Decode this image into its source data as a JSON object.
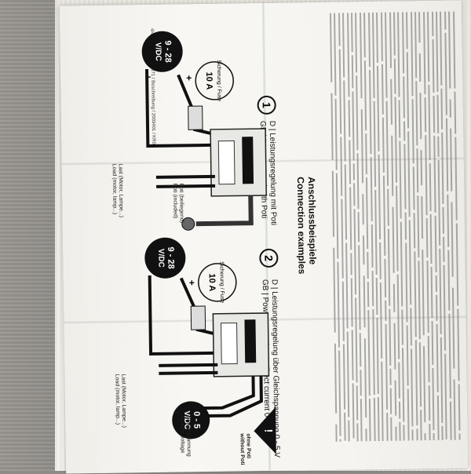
{
  "connection_title": {
    "de": "Anschlussbeispiele",
    "en": "Connection examples"
  },
  "footer": "4/4  P / Modules / MJ71 / Beschreibung / 2003401 / KR06",
  "example1": {
    "number": "1",
    "de": "D | Leistungsregelung mit Poti",
    "en": "GB | Power control with Poti",
    "voltage_range": "9 - 28",
    "voltage_unit": "V/DC",
    "fuse_label": "Sicherung / Fuse",
    "fuse_value": "10 A",
    "load_de": "Last (Motor, Lampe...)",
    "load_en": "Load (motor, lamp...)",
    "poti_de": "Poti (beiliegend)",
    "poti_en": "Poti (included)"
  },
  "example2": {
    "number": "2",
    "de": "D | Leistungsregelung über Gleichspannung 0 - 5 V",
    "en": "GB | Power control over direct current 0 - 5 V",
    "voltage_range": "9 - 28",
    "voltage_unit": "V/DC",
    "control_range": "0 - 5",
    "control_unit": "V/DC",
    "fuse_label": "Sicherung / Fuse",
    "fuse_value": "10 A",
    "load_de": "Last (Motor, Lampe...)",
    "load_en": "Load (motor, lamp...)",
    "warning_de": "ohne Poti",
    "warning_en": "without Poti",
    "control_de": "Steuerspannung",
    "control_en": "Control voltage"
  },
  "colors": {
    "paper": "#f6f5f1",
    "ink": "#1a1a1a",
    "terminal": "#111111"
  }
}
